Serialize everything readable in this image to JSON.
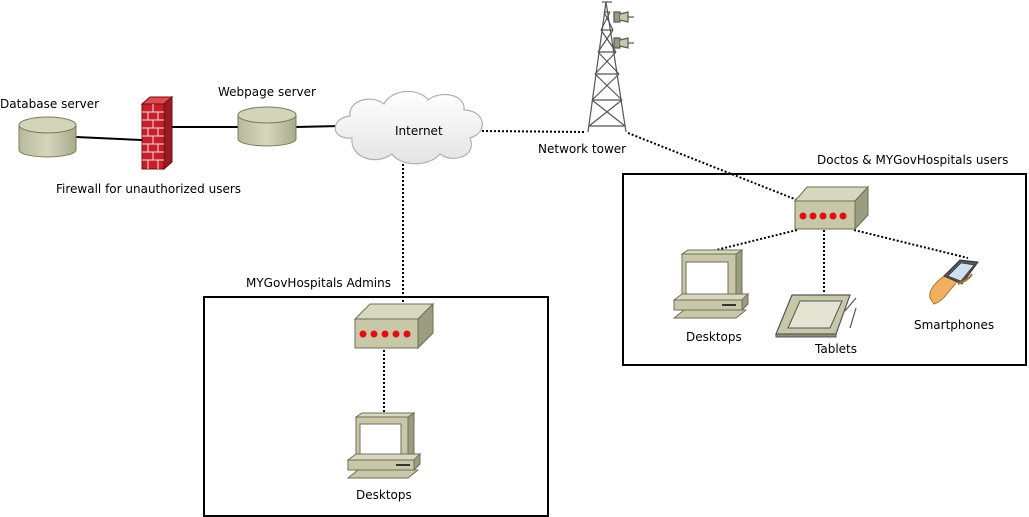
{
  "nodes": {
    "database_server": "Database server",
    "firewall": "Firewall for unauthorized users",
    "webpage_server": "Webpage server",
    "internet": "Internet",
    "network_tower": "Network tower"
  },
  "groups": {
    "users": {
      "title": "Doctos & MYGovHospitals users",
      "desktops": "Desktops",
      "tablets": "Tablets",
      "smartphones": "Smartphones"
    },
    "admins": {
      "title": "MYGovHospitals Admins",
      "desktops": "Desktops"
    }
  },
  "colors": {
    "device_body": "#c8c8a9",
    "device_dark": "#8f8f73",
    "led": "#e01010",
    "firewall_brick": "#c8202a",
    "cloud": "#ffffff"
  }
}
